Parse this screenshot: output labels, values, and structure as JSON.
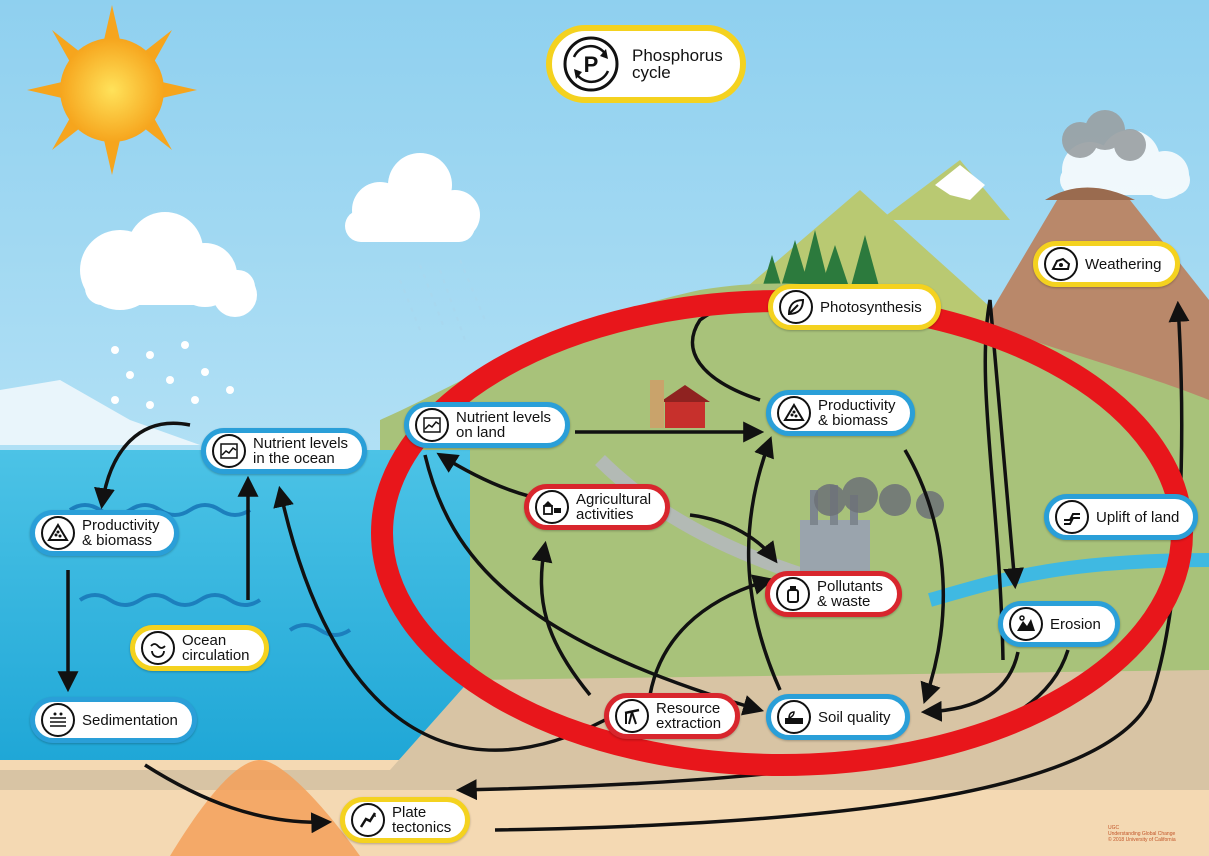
{
  "title": {
    "label": "Phosphorus\ncycle",
    "icon": "phosphorus-cycle-icon"
  },
  "nodes": [
    {
      "id": "photosynthesis",
      "label": "Photosynthesis",
      "border": "#f4d21f",
      "icon": "leaf-icon"
    },
    {
      "id": "weathering",
      "label": "Weathering",
      "border": "#f4d21f",
      "icon": "rock-icon"
    },
    {
      "id": "nutrient-levels-land",
      "label": "Nutrient levels\non land",
      "border": "#2a9fd8",
      "icon": "nutrient-icon"
    },
    {
      "id": "productivity-biomass-land",
      "label": "Productivity\n& biomass",
      "border": "#2a9fd8",
      "icon": "biomass-icon"
    },
    {
      "id": "nutrient-levels-ocean",
      "label": "Nutrient levels\nin the ocean",
      "border": "#2a9fd8",
      "icon": "nutrient-icon"
    },
    {
      "id": "agricultural-activities",
      "label": "Agricultural\nactivities",
      "border": "#d8262d",
      "icon": "farm-icon"
    },
    {
      "id": "productivity-biomass-ocean",
      "label": "Productivity\n& biomass",
      "border": "#2a9fd8",
      "icon": "biomass-icon"
    },
    {
      "id": "uplift-of-land",
      "label": "Uplift of land",
      "border": "#2a9fd8",
      "icon": "fault-icon"
    },
    {
      "id": "pollutants-waste",
      "label": "Pollutants\n& waste",
      "border": "#d8262d",
      "icon": "bottle-icon"
    },
    {
      "id": "ocean-circulation",
      "label": "Ocean\ncirculation",
      "border": "#f4d21f",
      "icon": "circulation-icon"
    },
    {
      "id": "erosion",
      "label": "Erosion",
      "border": "#2a9fd8",
      "icon": "erosion-icon"
    },
    {
      "id": "sedimentation",
      "label": "Sedimentation",
      "border": "#2a9fd8",
      "icon": "sediment-icon"
    },
    {
      "id": "resource-extraction",
      "label": "Resource\nextraction",
      "border": "#d8262d",
      "icon": "pumpjack-icon"
    },
    {
      "id": "soil-quality",
      "label": "Soil quality",
      "border": "#2a9fd8",
      "icon": "soil-icon"
    },
    {
      "id": "plate-tectonics",
      "label": "Plate\ntectonics",
      "border": "#f4d21f",
      "icon": "tectonics-icon"
    }
  ],
  "highlight": {
    "color": "#e8161b"
  },
  "credit": "UGC\nUnderstanding Global Change\n© 2018 University of California"
}
